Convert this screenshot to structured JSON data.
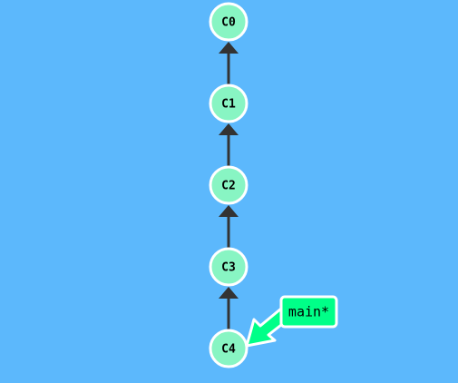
{
  "graph": {
    "commits": [
      {
        "id": "C0"
      },
      {
        "id": "C1"
      },
      {
        "id": "C2"
      },
      {
        "id": "C3"
      },
      {
        "id": "C4"
      }
    ],
    "edges": [
      {
        "from": "C1",
        "to": "C0"
      },
      {
        "from": "C2",
        "to": "C1"
      },
      {
        "from": "C3",
        "to": "C2"
      },
      {
        "from": "C4",
        "to": "C3"
      }
    ],
    "branches": [
      {
        "label": "main*",
        "target": "C4"
      }
    ]
  },
  "colors": {
    "background": "#5cb8fc",
    "commit_fill": "#88f5c3",
    "commit_stroke": "#ffffff",
    "edge": "#333333",
    "branch_fill": "#00ff88"
  }
}
